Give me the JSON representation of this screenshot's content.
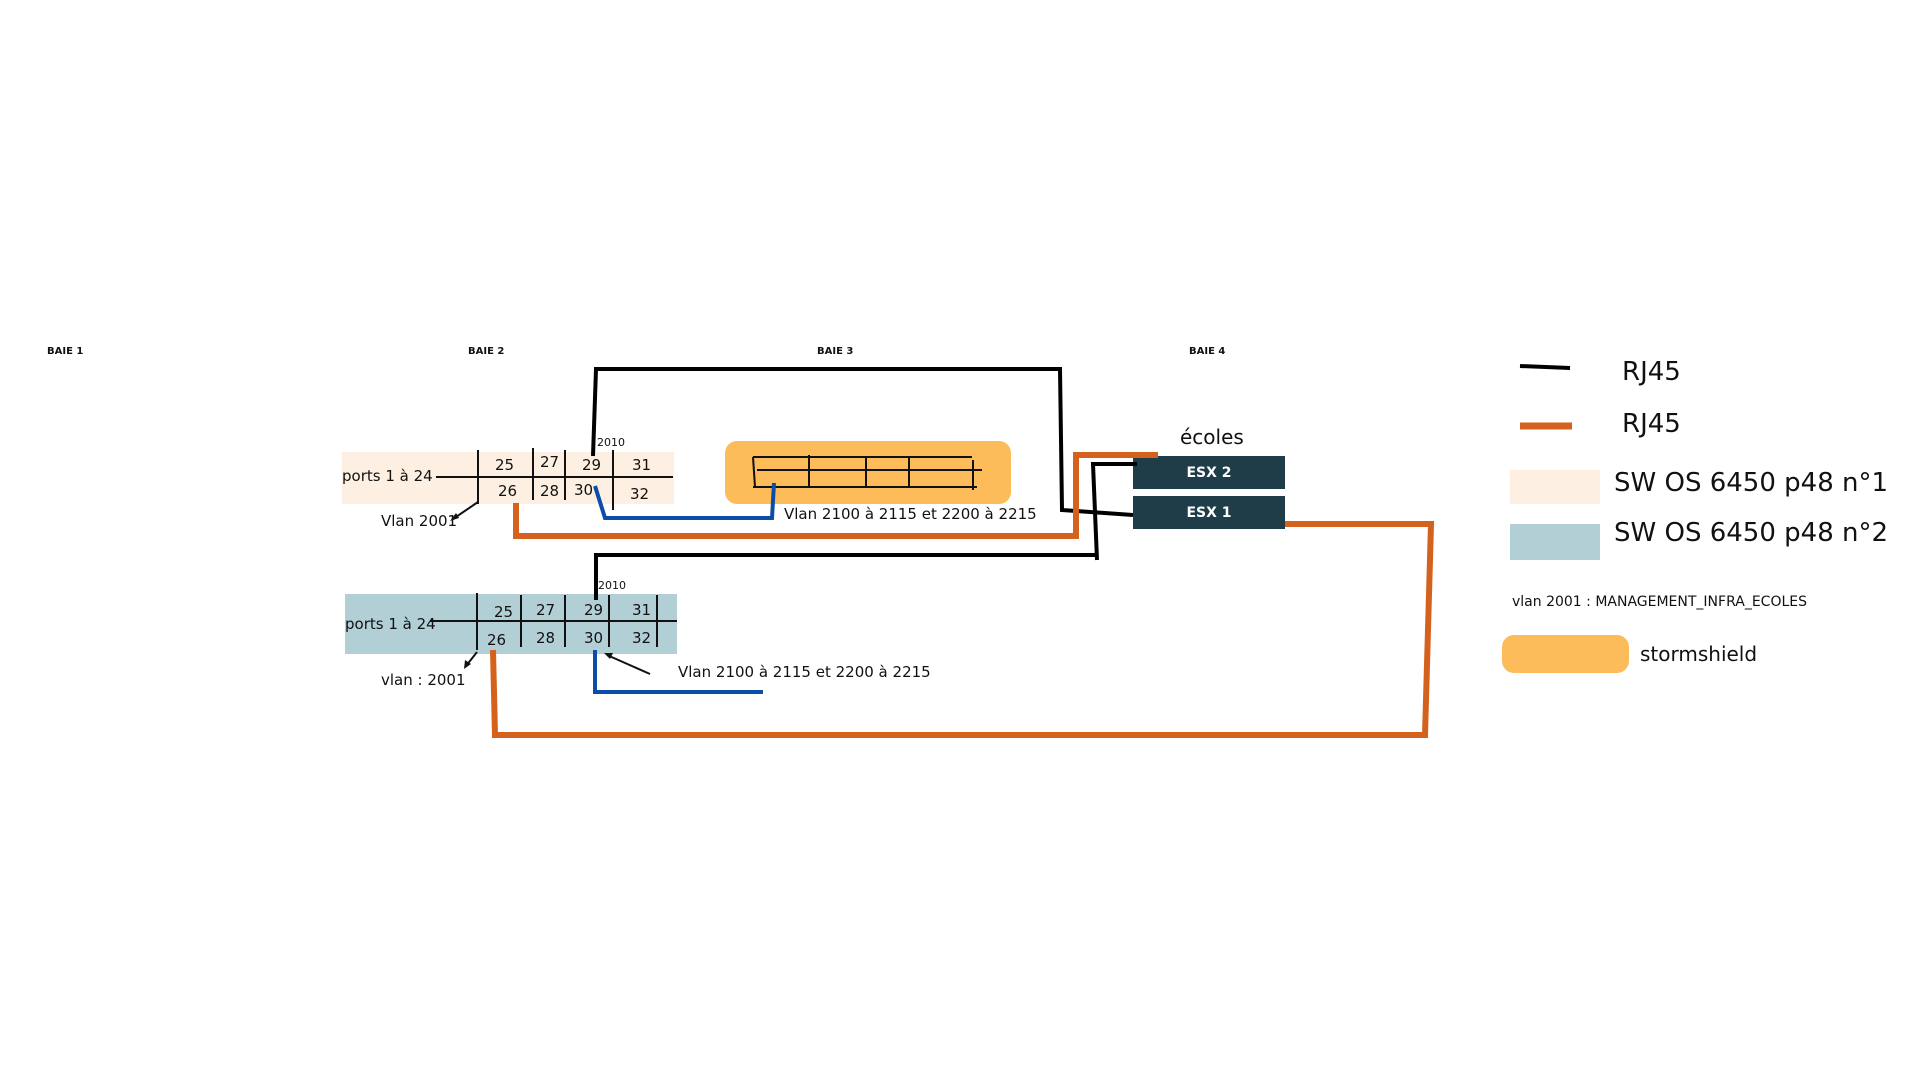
{
  "baies": [
    {
      "label": "BAIE 1"
    },
    {
      "label": "BAIE 2"
    },
    {
      "label": "BAIE 3"
    },
    {
      "label": "BAIE 4"
    }
  ],
  "switch1": {
    "ports_label": "ports 1 à 24",
    "ports": [
      "25",
      "26",
      "27",
      "28",
      "29",
      "30",
      "31",
      "32"
    ],
    "vlan_tag_top": "2010",
    "vlan_note": "Vlan 2001",
    "vlan_range": "Vlan 2100 à 2115 et 2200 à 2215"
  },
  "switch2": {
    "ports_label": "ports 1 à 24",
    "ports": [
      "25",
      "26",
      "27",
      "28",
      "29",
      "30",
      "31",
      "32"
    ],
    "vlan_tag_top": "2010",
    "vlan_note": "vlan : 2001",
    "vlan_range": "Vlan 2100 à 2115 et 2200 à 2215"
  },
  "site": {
    "label": "écoles",
    "servers": [
      "ESX 2",
      "ESX 1"
    ]
  },
  "legend": {
    "items": [
      {
        "label": "RJ45",
        "kind": "line",
        "color": "#000000"
      },
      {
        "label": "RJ45",
        "kind": "line",
        "color": "#d4621c"
      },
      {
        "label": "SW OS 6450 p48 n°1",
        "kind": "box",
        "color": "#fdf0e2"
      },
      {
        "label": "SW OS 6450 p48 n°2",
        "kind": "box",
        "color": "#b2cfd6"
      }
    ],
    "vlan_note": "vlan 2001 :  MANAGEMENT_INFRA_ECOLES",
    "stormshield": {
      "label": "stormshield",
      "color": "#fdbc5a"
    }
  },
  "colors": {
    "black_cable": "#000000",
    "orange_cable": "#d4621c",
    "blue_cable": "#0b4ea8",
    "esx_bg": "#1f3d48",
    "stormshield": "#fdbc5a"
  }
}
